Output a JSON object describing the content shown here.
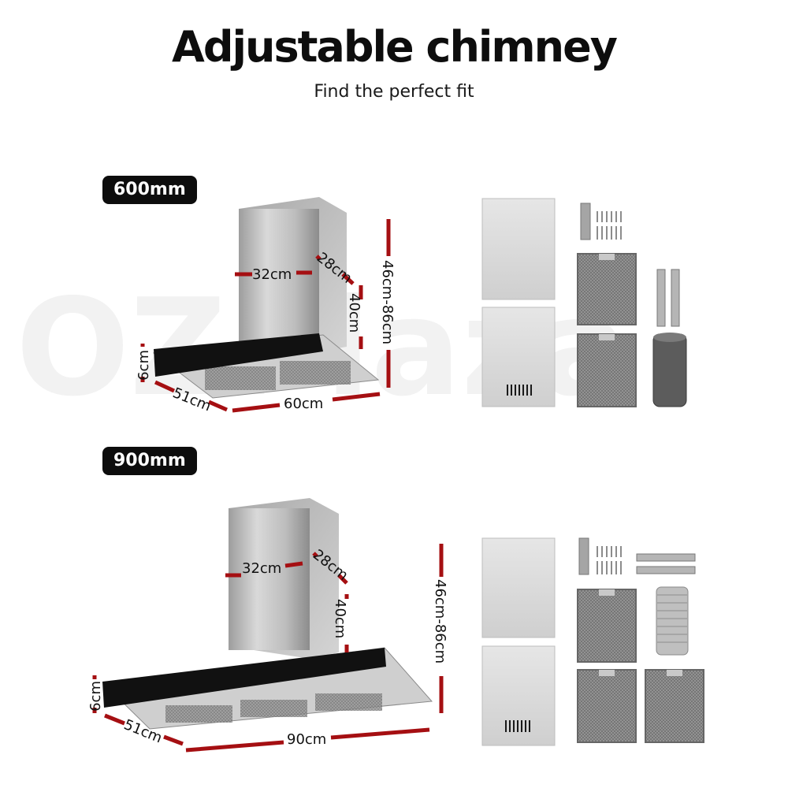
{
  "header": {
    "title": "Adjustable chimney",
    "subtitle": "Find the perfect fit"
  },
  "watermark": "OZPlaza",
  "colors": {
    "dimension_line": "#a50f12",
    "badge_bg": "#0d0d0d",
    "steel": "#c9c9c9",
    "glass": "#111111"
  },
  "models": [
    {
      "badge": "600mm",
      "dims": {
        "chimney_width": "32cm",
        "chimney_depth": "28cm",
        "chimney_height": "40cm",
        "total_height": "46cm-86cm",
        "canopy_height": "6cm",
        "canopy_depth": "51cm",
        "canopy_width": "60cm"
      },
      "accessories": [
        "chimney-cover-panel",
        "chimney-cover-panel-vented",
        "mounting-bracket-screws",
        "grease-filter",
        "grease-filter",
        "support-rails",
        "duct-pipe"
      ]
    },
    {
      "badge": "900mm",
      "dims": {
        "chimney_width": "32cm",
        "chimney_depth": "28cm",
        "chimney_height": "40cm",
        "total_height": "46cm-86cm",
        "canopy_height": "6cm",
        "canopy_depth": "51cm",
        "canopy_width": "90cm"
      },
      "accessories": [
        "chimney-cover-panel",
        "chimney-cover-panel-vented",
        "mounting-bracket-screws",
        "support-rails",
        "grease-filter",
        "flexible-duct",
        "grease-filter",
        "grease-filter"
      ]
    }
  ]
}
